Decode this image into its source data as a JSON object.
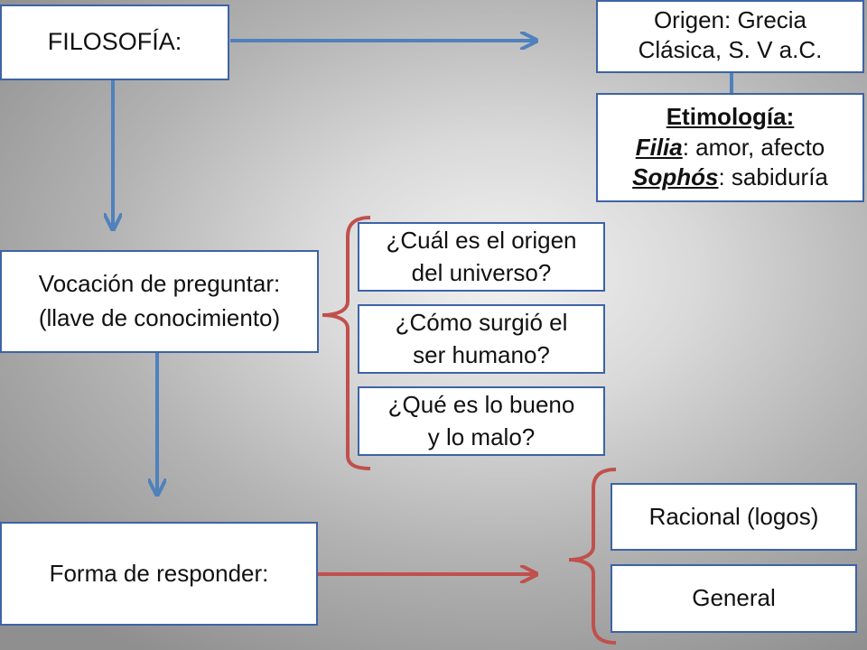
{
  "filosofia": {
    "label": "FILOSOFÍA:"
  },
  "origen": {
    "line1": "Origen: Grecia",
    "line2": "Clásica, S. V a.C."
  },
  "etimologia": {
    "title": "Etimología:",
    "filia_term": "Filia",
    "filia_def": ": amor, afecto",
    "sophos_term": "Sophós",
    "sophos_def": ": sabiduría"
  },
  "vocacion": {
    "line1": "Vocación de preguntar:",
    "line2": "(llave de conocimiento)"
  },
  "questions": [
    {
      "line1": "¿Cuál es el origen",
      "line2": "del universo?"
    },
    {
      "line1": "¿Cómo surgió el",
      "line2": "ser humano?"
    },
    {
      "line1": "¿Qué es lo bueno",
      "line2": "y lo malo?"
    }
  ],
  "forma": {
    "label": "Forma de responder:"
  },
  "responses": [
    {
      "label": "Racional (logos)"
    },
    {
      "label": "General"
    }
  ],
  "colors": {
    "box_border": "#3d63a6",
    "blue_arrow": "#4f81bd",
    "red_arrow": "#c0504d",
    "box_fill": "#ffffff"
  }
}
